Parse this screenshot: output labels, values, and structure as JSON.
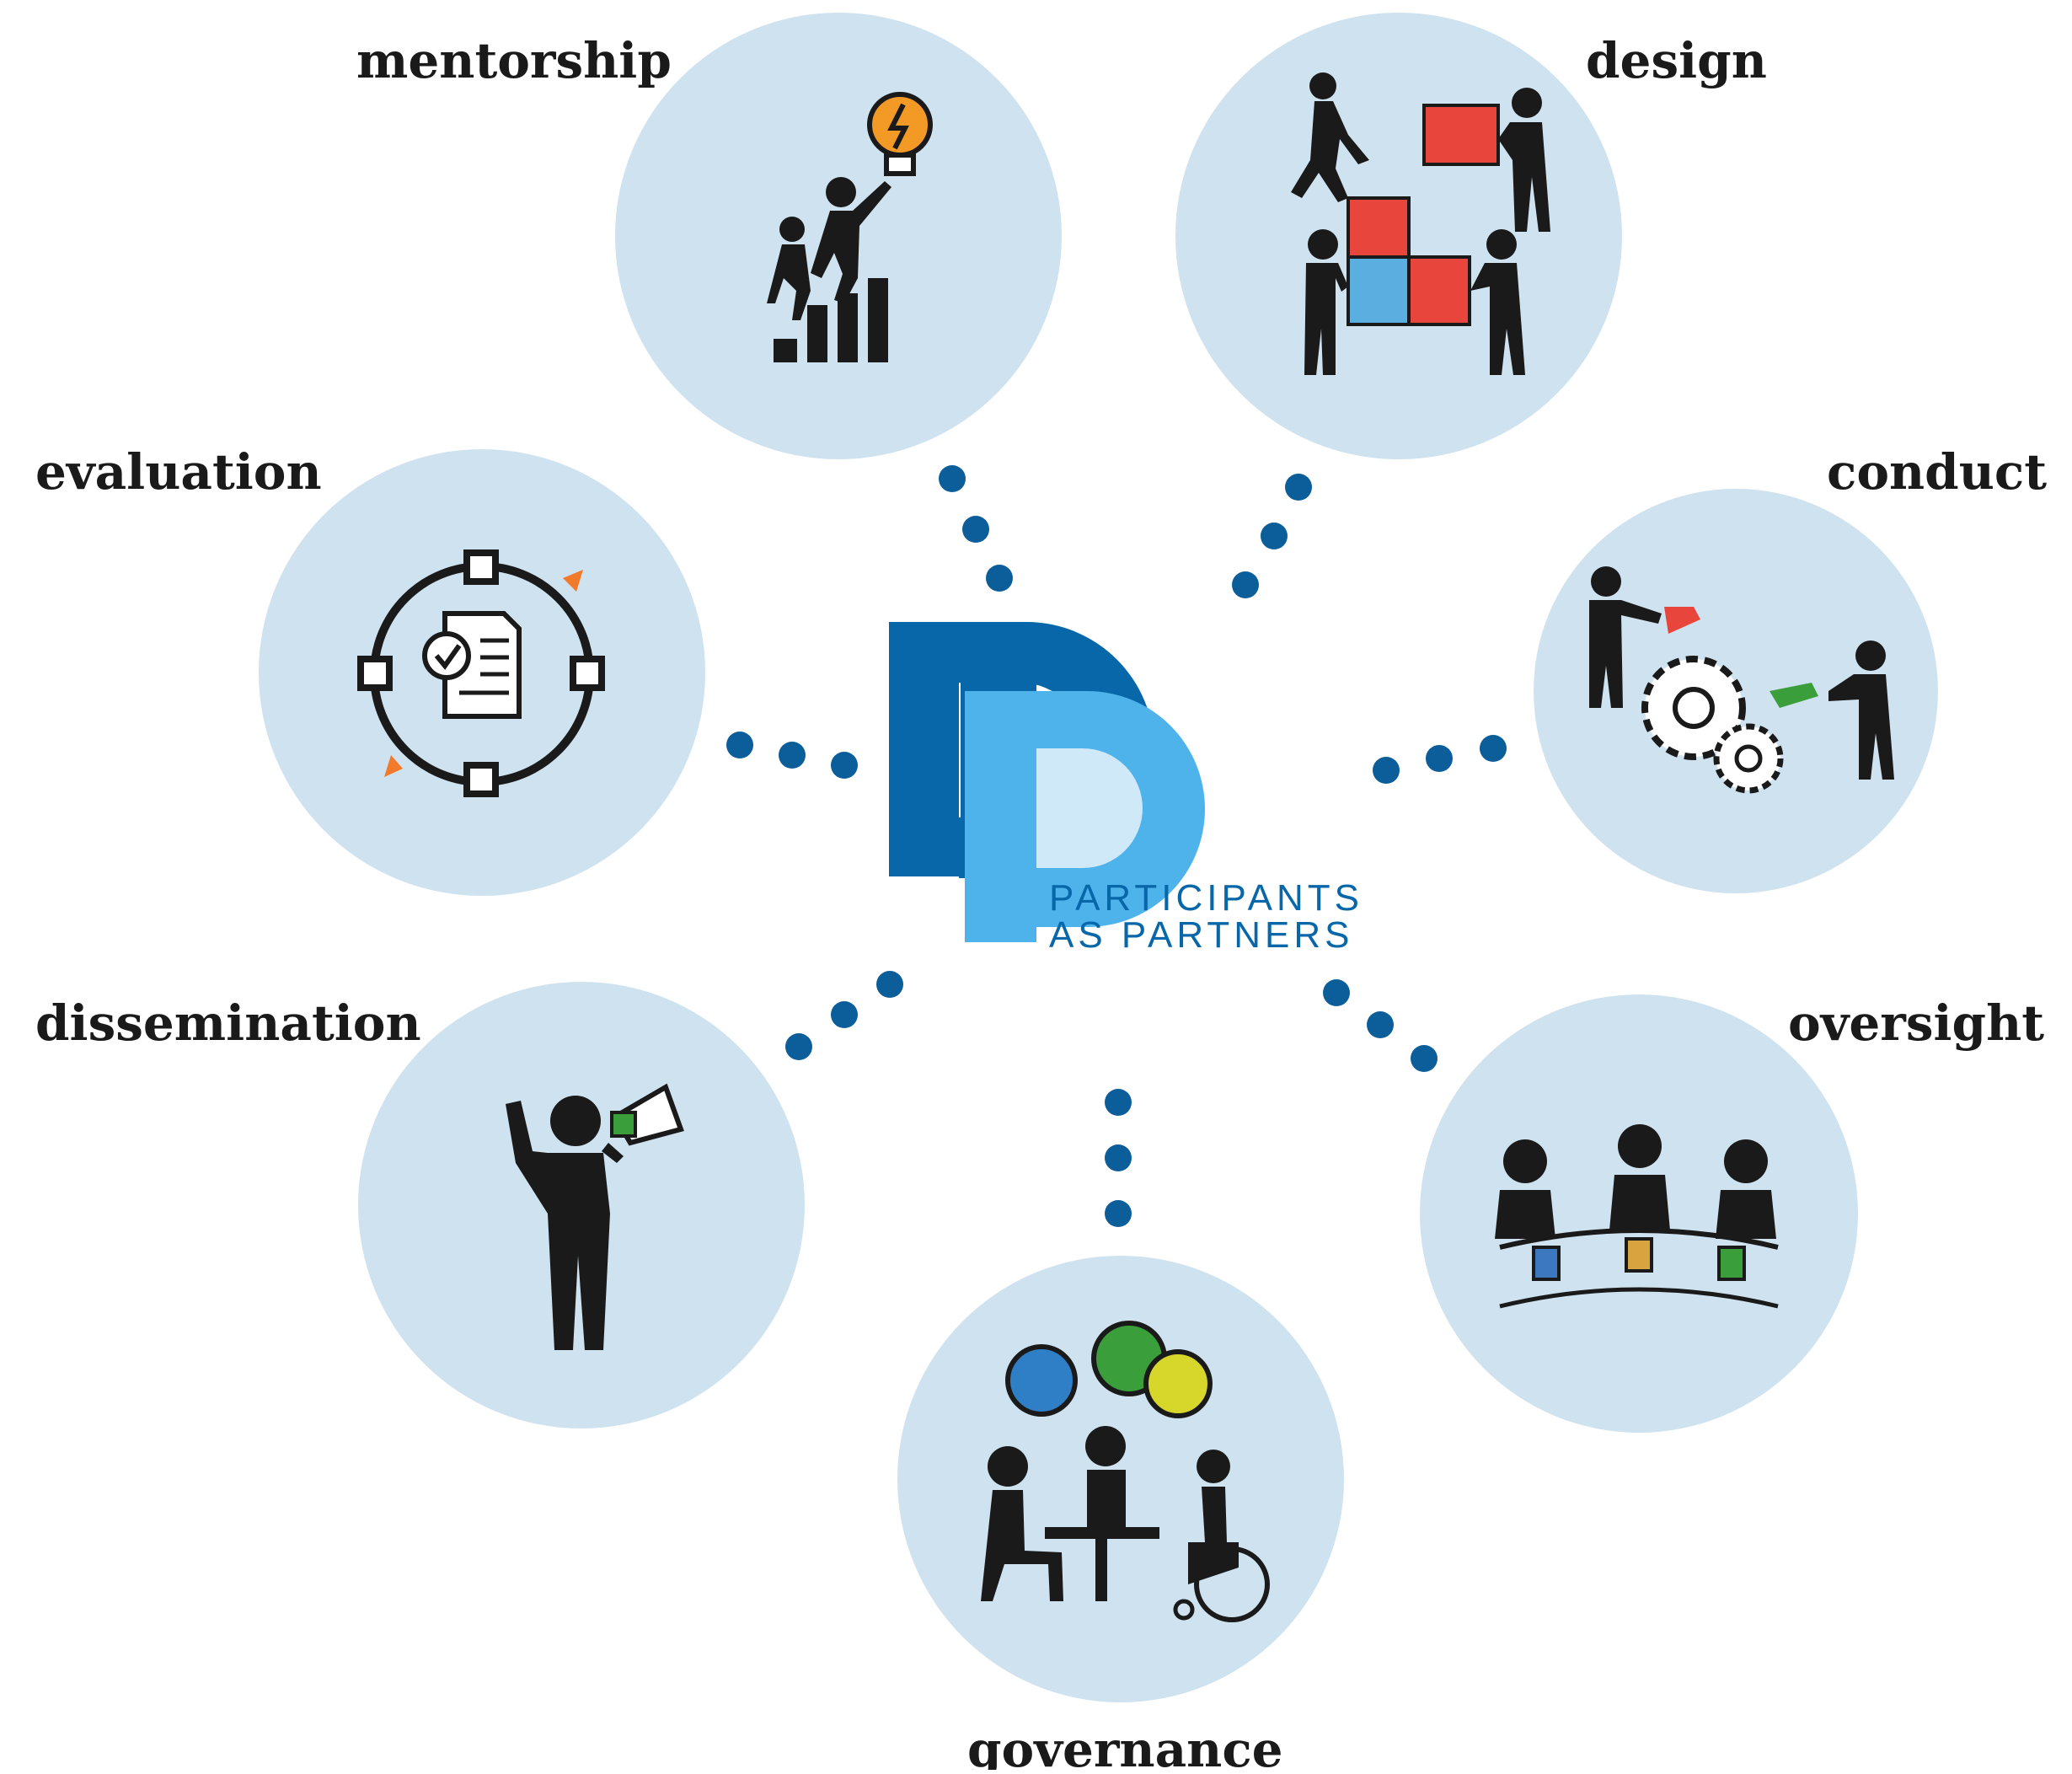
{
  "logo": {
    "line1": "PARTICIPANTS",
    "line2": "AS PARTNERS",
    "dark_color": "#0867a8",
    "light_color": "#4db3ea"
  },
  "colors": {
    "circle_fill": "#cfe2ef",
    "dot": "#0b5e9a",
    "icon": "#1a1a1a",
    "accent_orange": "#f29a25",
    "accent_red": "#e8453c",
    "accent_blue": "#5aaee0",
    "accent_green": "#3a9e3a",
    "accent_yellow": "#d7d62a"
  },
  "nodes": [
    {
      "label": "mentorship",
      "icon": "climbing-people-lightbulb-icon"
    },
    {
      "label": "design",
      "icon": "puzzle-team-icon"
    },
    {
      "label": "conduct",
      "icon": "gears-oiling-icon"
    },
    {
      "label": "oversight",
      "icon": "committee-table-icon"
    },
    {
      "label": "governance",
      "icon": "inclusive-meeting-icon"
    },
    {
      "label": "dissemination",
      "icon": "megaphone-person-icon"
    },
    {
      "label": "evaluation",
      "icon": "review-cycle-icon"
    }
  ]
}
